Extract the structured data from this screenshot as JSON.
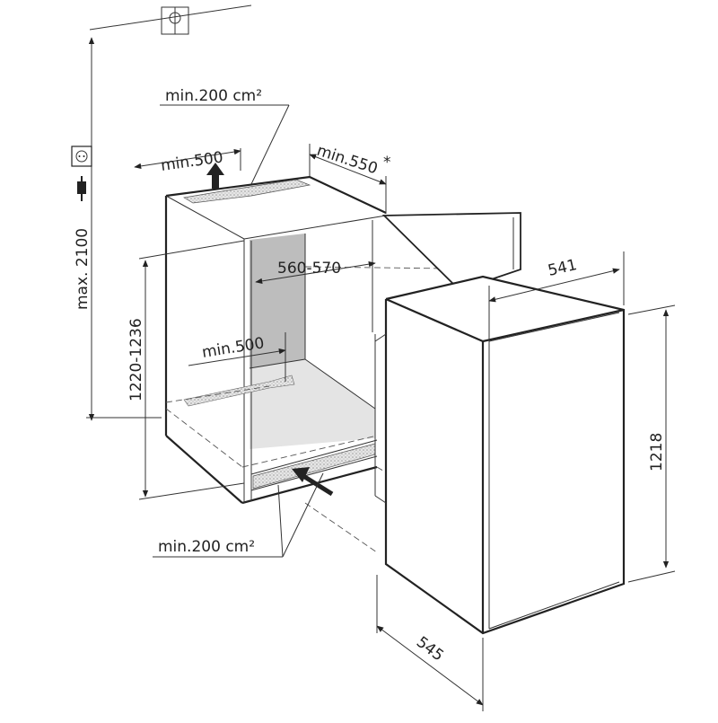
{
  "labels": {
    "vent_top": "min.200 cm²",
    "vent_bottom": "min.200 cm²",
    "top_clearance": "min.500",
    "side_clearance": "min.550",
    "asterisk": "*",
    "niche_width": "560-570",
    "niche_depth": "min.500",
    "niche_height": "1220-1236",
    "max_height": "max. 2100",
    "unit_width": "541",
    "unit_height": "1218",
    "unit_depth": "545"
  },
  "icons": [
    "socket-icon",
    "power-plug-icon",
    "ceiling-outlet-icon",
    "airflow-arrow-icon"
  ],
  "colors": {
    "line": "#222222",
    "niche_shade": "#bdbdbd",
    "vent_hatch": "#cccccc"
  }
}
